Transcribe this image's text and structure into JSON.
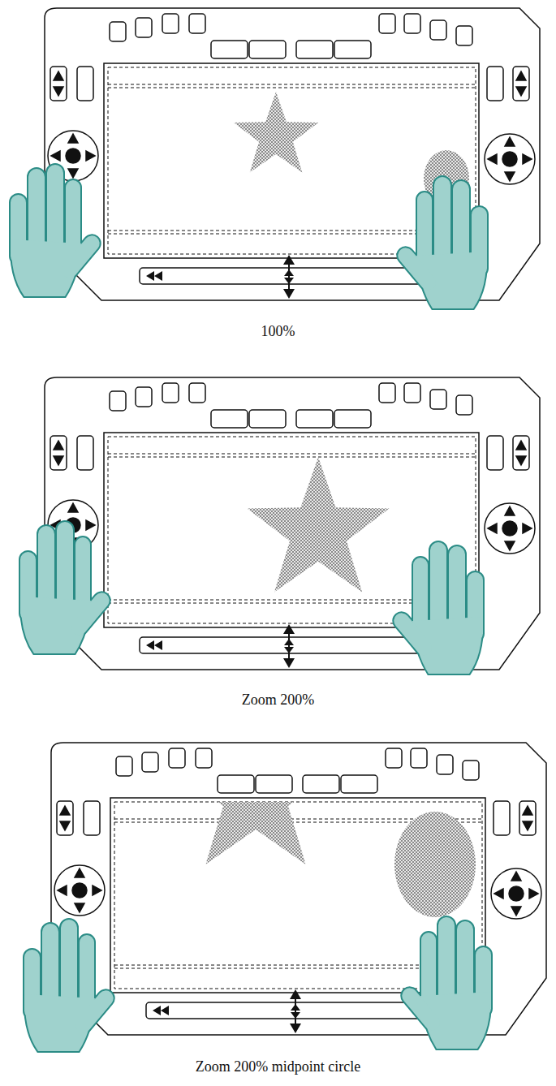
{
  "diagram": {
    "labels": [
      "100%",
      "Zoom 200%",
      "Zoom 200% midpoint circle"
    ]
  }
}
